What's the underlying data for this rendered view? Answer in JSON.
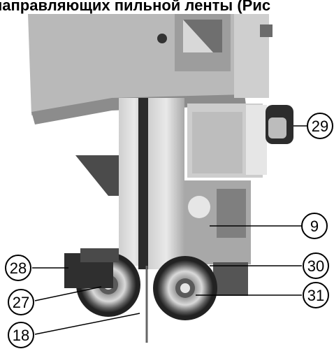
{
  "header": {
    "title_fragment": "направляющих пильной ленты (Рис"
  },
  "figure": {
    "callouts": [
      {
        "id": "29",
        "label": "29"
      },
      {
        "id": "9",
        "label": "9"
      },
      {
        "id": "28",
        "label": "28"
      },
      {
        "id": "30",
        "label": "30"
      },
      {
        "id": "27",
        "label": "27"
      },
      {
        "id": "31",
        "label": "31"
      },
      {
        "id": "18",
        "label": "18"
      }
    ]
  }
}
